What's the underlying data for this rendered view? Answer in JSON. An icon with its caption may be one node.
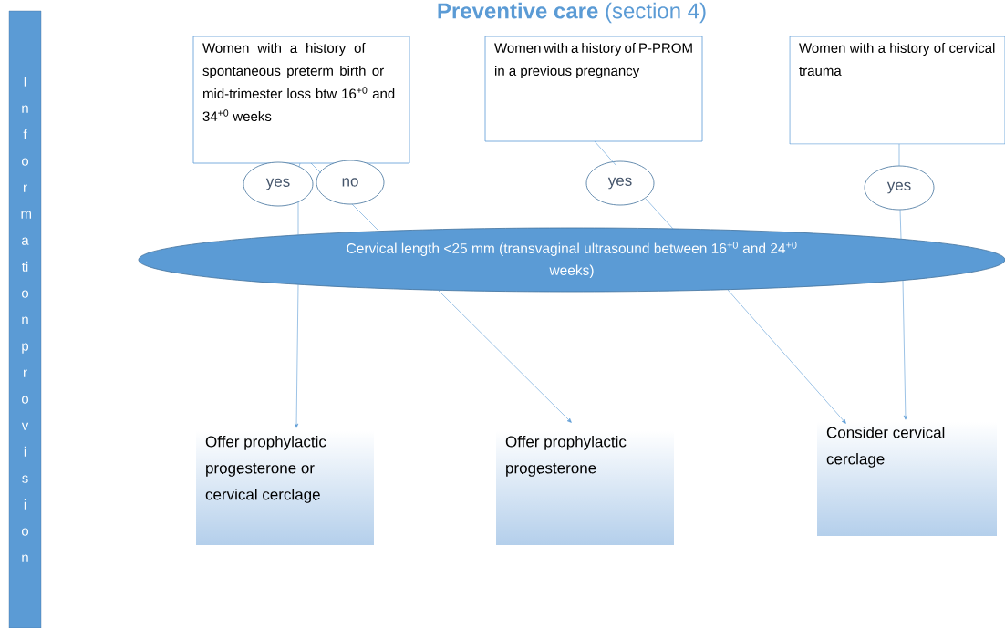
{
  "diagram": {
    "title": "**Preventive care** (section 4)",
    "nodes": [
      {
        "text": [
          "Information provision"
        ]
      },
      {
        "text": [
          "Women with a history of spontaneous preterm birth or mid-trimester loss btw 16$^{+0}$ and 34$^{+0}$ weeks"
        ]
      },
      {
        "text": [
          "Women with a history of P-PROM in a previous pregnancy"
        ]
      },
      {
        "text": [
          "Women with a history of cervical trauma"
        ]
      },
      {
        "text": [
          "yes"
        ]
      },
      {
        "text": [
          "no"
        ]
      },
      {
        "text": [
          "yes"
        ]
      },
      {
        "text": [
          "yes"
        ]
      },
      {
        "text": [
          "Cervical length <25 mm (transvaginal ultrasound between 16$^{+0}$ and 24$^{+0}$ weeks)"
        ]
      },
      {
        "text": [
          "Offer prophylactic progesterone or cervical cerclage"
        ]
      },
      {
        "text": [
          "Offer prophylactic progesterone"
        ]
      },
      {
        "text": [
          "Consider cervical cerclage"
        ]
      }
    ],
    "edges": [
      {
        "from": 1,
        "to": 4,
        "arrow": "none"
      },
      {
        "from": 4,
        "to": 8,
        "arrow": "none"
      },
      {
        "from": 8,
        "to": 9,
        "arrow": "to"
      },
      {
        "from": 1,
        "to": 5,
        "arrow": "none"
      },
      {
        "from": 5,
        "to": 8,
        "arrow": "none"
      },
      {
        "from": 8,
        "to": 10,
        "arrow": "to"
      },
      {
        "from": 2,
        "to": 6,
        "arrow": "none"
      },
      {
        "from": 6,
        "to": 8,
        "arrow": "none"
      },
      {
        "from": 8,
        "to": 11,
        "arrow": "to"
      },
      {
        "from": 3,
        "to": 7,
        "arrow": "none"
      },
      {
        "from": 7,
        "to": 8,
        "arrow": "none"
      },
      {
        "from": 8,
        "to": 11,
        "arrow": "to"
      }
    ]
  }
}
